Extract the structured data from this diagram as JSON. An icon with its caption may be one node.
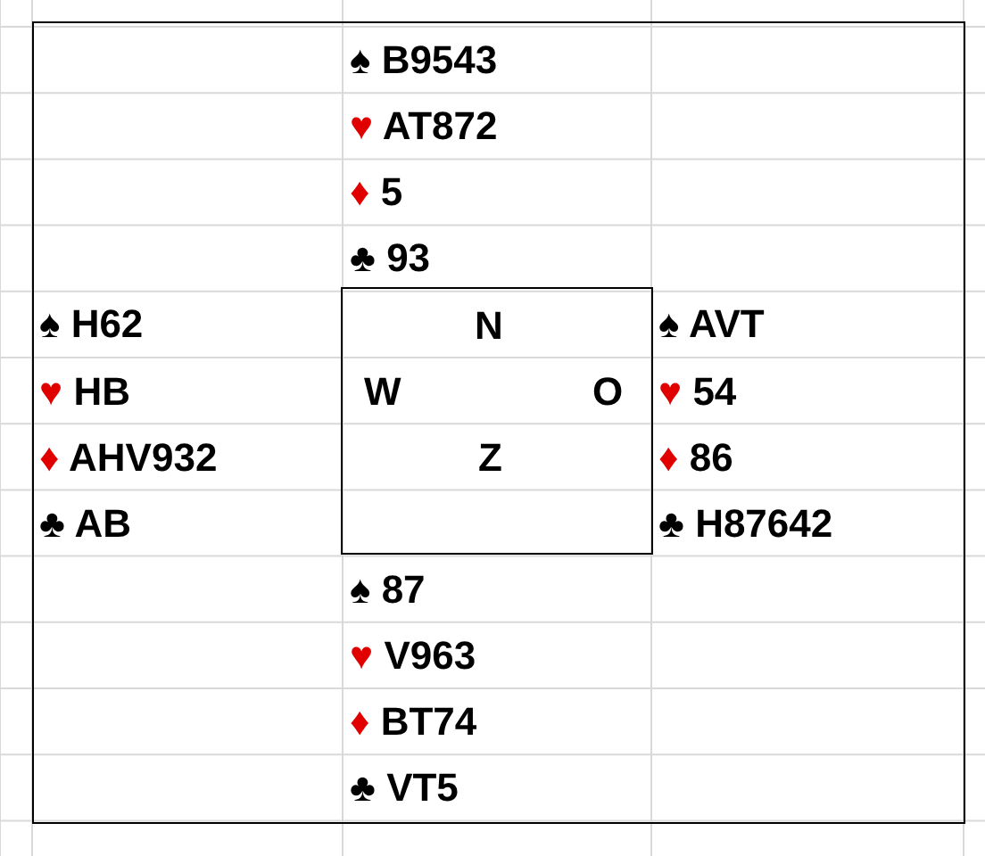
{
  "diagram": {
    "nodes": [
      {
        "text": [
          "N",
          "W",
          "O",
          "Z"
        ]
      }
    ],
    "labels": [
      "♠ B9543",
      "♥ AT872",
      "♦ 5",
      "♣ 93",
      "♠ H62",
      "♠ AVT",
      "♥ HB",
      "♥ 54",
      "♦ AHV932",
      "♦ 86",
      "♣ AB",
      "♣ H87642",
      "♠ 87",
      "♥ V963",
      "♦ BT74",
      "♣ VT5"
    ]
  }
}
